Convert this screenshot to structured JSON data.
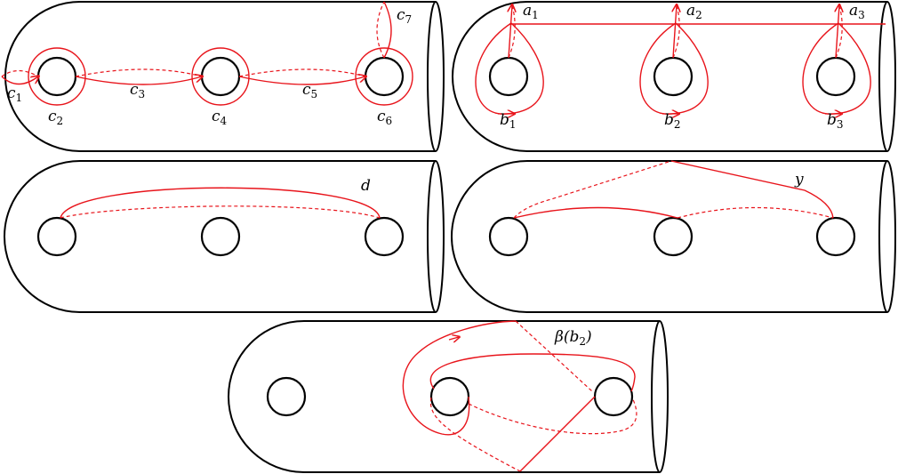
{
  "figure": {
    "colors": {
      "outline": "#000000",
      "curve": "#e8141b",
      "background": "#ffffff"
    },
    "panels": [
      {
        "id": "panel-1",
        "labels": [
          {
            "base": "c",
            "sub": "1"
          },
          {
            "base": "c",
            "sub": "2"
          },
          {
            "base": "c",
            "sub": "3"
          },
          {
            "base": "c",
            "sub": "4"
          },
          {
            "base": "c",
            "sub": "5"
          },
          {
            "base": "c",
            "sub": "6"
          },
          {
            "base": "c",
            "sub": "7"
          }
        ]
      },
      {
        "id": "panel-2",
        "labels": [
          {
            "base": "a",
            "sub": "1"
          },
          {
            "base": "a",
            "sub": "2"
          },
          {
            "base": "a",
            "sub": "3"
          },
          {
            "base": "b",
            "sub": "1"
          },
          {
            "base": "b",
            "sub": "2"
          },
          {
            "base": "b",
            "sub": "3"
          }
        ]
      },
      {
        "id": "panel-3",
        "labels": [
          {
            "base": "d",
            "sub": ""
          }
        ]
      },
      {
        "id": "panel-4",
        "labels": [
          {
            "base": "y",
            "sub": ""
          }
        ]
      },
      {
        "id": "panel-5",
        "labels": [
          {
            "base": "β(b",
            "sub": "2",
            "tail": ")"
          }
        ]
      }
    ]
  }
}
